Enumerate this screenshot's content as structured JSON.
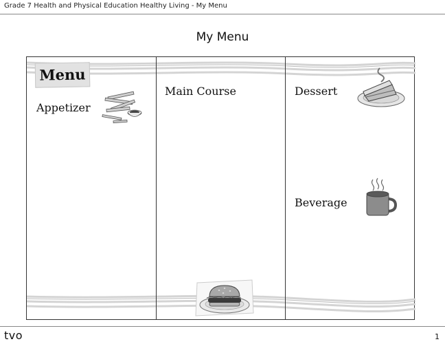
{
  "header": {
    "document_title": "Grade 7 Health and Physical Education Healthy Living - My Menu"
  },
  "page": {
    "title": "My Menu",
    "number": "1"
  },
  "menu": {
    "badge": "Menu",
    "sections": {
      "appetizer": "Appetizer",
      "main_course": "Main Course",
      "dessert": "Dessert",
      "beverage": "Beverage"
    }
  },
  "icons": {
    "appetizer": "fries-with-dip-icon",
    "main_course": "burger-plate-icon",
    "dessert": "pie-slice-icon",
    "beverage": "hot-mug-icon"
  },
  "footer": {
    "brand": "tvo"
  }
}
